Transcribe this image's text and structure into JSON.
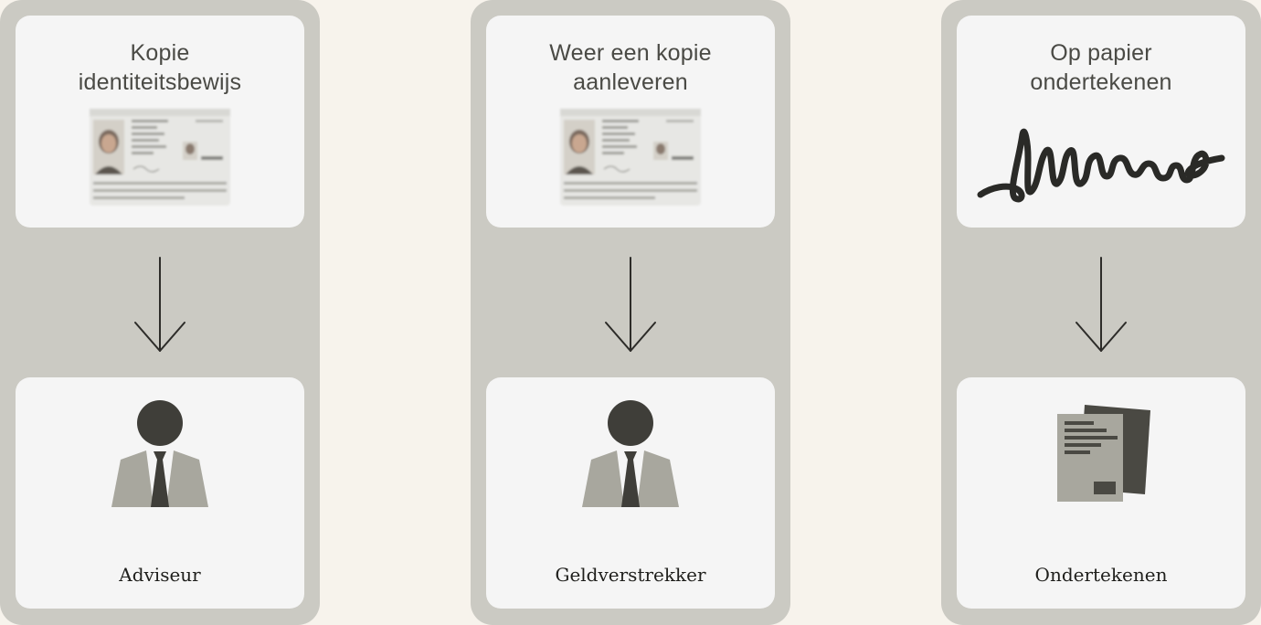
{
  "columns": [
    {
      "top_title_lines": [
        "Kopie",
        "identiteitsbewijs"
      ],
      "bottom_label": "Adviseur",
      "top_visual": "id-card",
      "bottom_visual": "person-icon"
    },
    {
      "top_title_lines": [
        "Weer een kopie",
        "aanleveren"
      ],
      "bottom_label": "Geldverstrekker",
      "top_visual": "id-card",
      "bottom_visual": "person-icon"
    },
    {
      "top_title_lines": [
        "Op papier",
        "ondertekenen"
      ],
      "bottom_label": "Ondertekenen",
      "top_visual": "signature",
      "bottom_visual": "document-icon"
    }
  ],
  "colors": {
    "page_background": "#f7f3ec",
    "column_background": "#cbcac3",
    "card_background": "#f5f5f5",
    "icon_dark": "#3f3e39",
    "icon_light": "#a8a79e"
  }
}
